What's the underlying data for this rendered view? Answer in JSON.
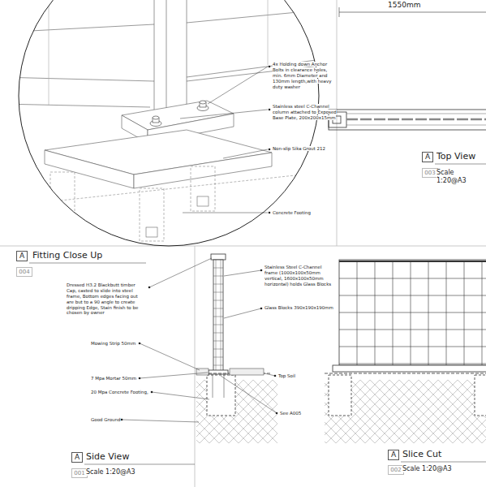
{
  "diagram": {
    "nodes": [
      {
        "text": [
          "A"
        ]
      },
      {
        "text": [
          "003"
        ]
      },
      {
        "text": [
          "A"
        ]
      },
      {
        "text": [
          "004"
        ]
      },
      {
        "text": [
          "A"
        ]
      },
      {
        "text": [
          "001"
        ]
      },
      {
        "text": [
          "A"
        ]
      },
      {
        "text": [
          "002"
        ]
      }
    ],
    "labels": [
      "1550mm",
      "4x Holding down Anchor Bolts in clearance holes, min. 6mm Diameter and 130mm length,with heavy duty washer",
      "Stainless steel C-Channel column attached to Exposed Base Plate, 200x200x15mm",
      "Non-slip Sika Grout 212",
      "Concrete Footing",
      "Top View",
      "Scale 1:20@A3",
      "Fitting Close Up",
      "Stainless Steel C-Channel frame (1000x100x50mm vertical, 1600x100x50mm horizontal) holds Glass Blocks",
      "Glass Blocks 390x190x190mm",
      "Dressed H3.2 Blackbutt timber Cap, casted to slide into steel frame, Bottom edges facing out are but to a 90 angle to create dripping Edge, Stain finish to be chosen by owner",
      "Mowing Strip 50mm",
      "7 Mpa Mortar 50mm",
      "20 Mpa Concrete Footing,",
      "Good Ground",
      "Top Soil",
      "See A005",
      "Side View",
      "Scale 1:20@A3",
      "Slice Cut",
      "Scale 1:20@A3"
    ]
  }
}
